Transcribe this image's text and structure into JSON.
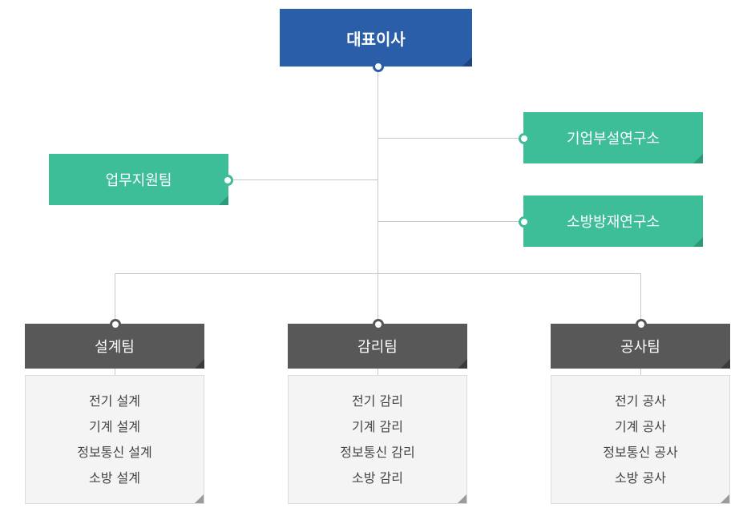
{
  "ceo": {
    "label": "대표이사"
  },
  "side_units": {
    "rnd_corporate": "기업부설연구소",
    "rnd_fire": "소방방재연구소",
    "business_support": "업무지원팀"
  },
  "teams": [
    {
      "name": "설계팀",
      "items": [
        "전기 설계",
        "기계 설계",
        "정보통신 설계",
        "소방 설계"
      ]
    },
    {
      "name": "감리팀",
      "items": [
        "전기 감리",
        "기계 감리",
        "정보통신 감리",
        "소방 감리"
      ]
    },
    {
      "name": "공사팀",
      "items": [
        "전기 공사",
        "기계 공사",
        "정보통신 공사",
        "소방 공사"
      ]
    }
  ],
  "colors": {
    "ceo": "#2a5ea8",
    "unit": "#3dbd98",
    "team": "#585858",
    "panel": "#f4f4f4",
    "line": "#c8c8c8"
  }
}
